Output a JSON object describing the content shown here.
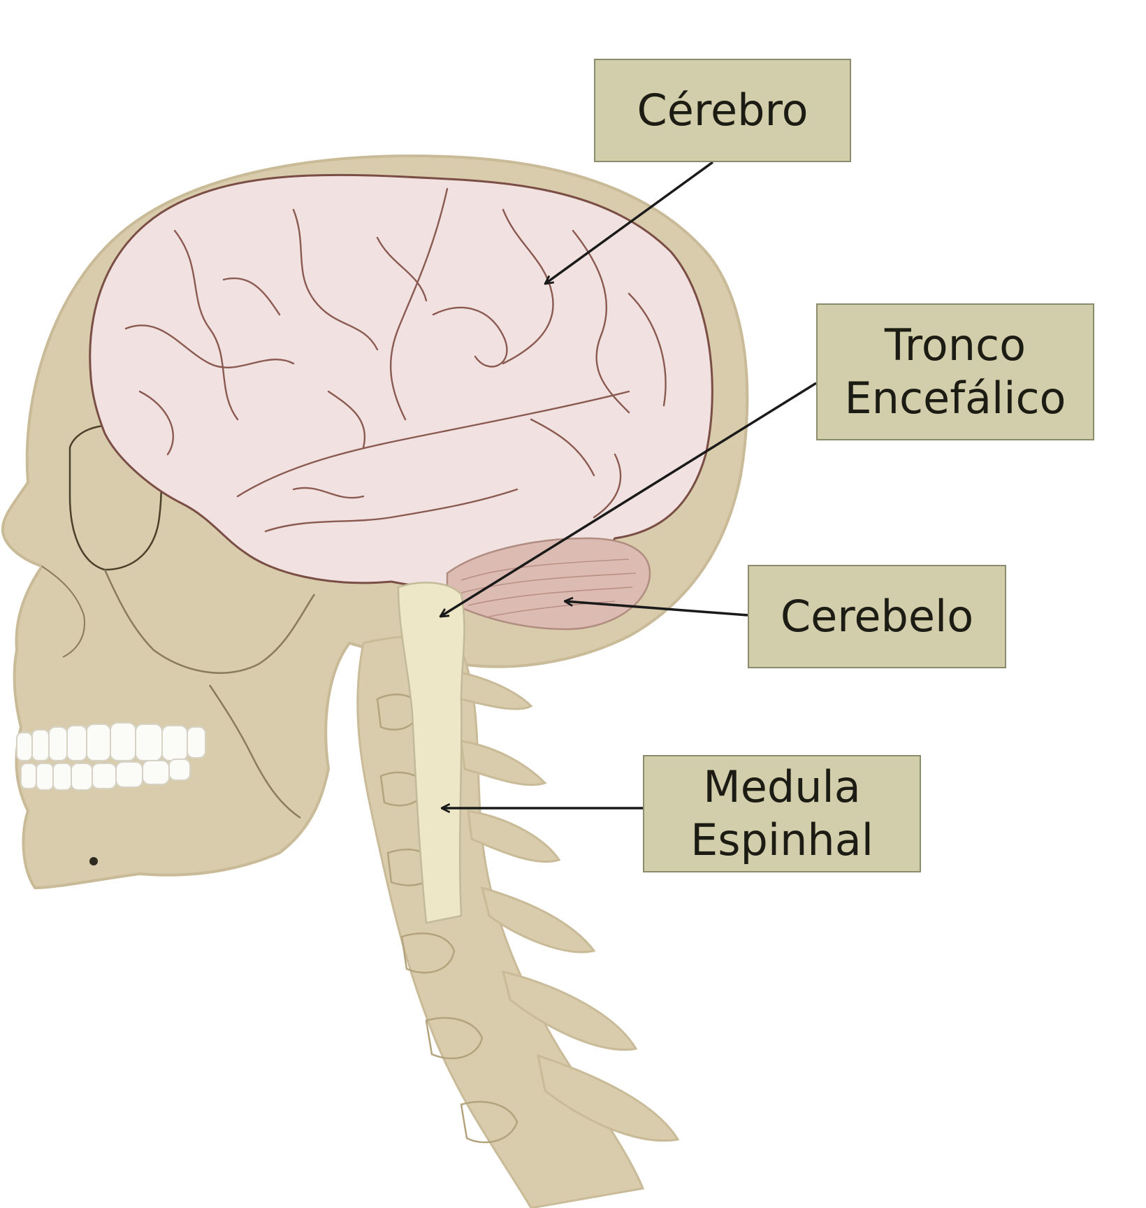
{
  "colors": {
    "skull": "#d8ccac",
    "skull_outline": "#c9bb98",
    "brain": "#f1e1e1",
    "brain_outline": "#7a4e44",
    "cerebellum": "#dcbcb2",
    "brainstem": "#ede7c8",
    "teeth": "#fbfbf8",
    "label_box": "#d2cdaa",
    "label_border": "#8b8b6e",
    "arrow": "#1a1a1a"
  },
  "labels": {
    "cerebro": {
      "lines": [
        "Cérebro"
      ]
    },
    "tronco": {
      "lines": [
        "Tronco",
        "Encefálico"
      ]
    },
    "cerebelo": {
      "lines": [
        "Cerebelo"
      ]
    },
    "medula": {
      "lines": [
        "Medula",
        "Espinhal"
      ]
    }
  }
}
